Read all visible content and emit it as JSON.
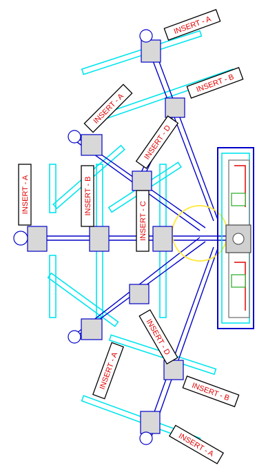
{
  "colors": {
    "frame": "#0000c8",
    "ghost": "#00e5ee",
    "label_text": "#e00000",
    "label_border": "#000000",
    "hub_ring": "#ffea4a",
    "equipment_gray": "#808080",
    "equipment_red": "#e00000",
    "equipment_green": "#22aa22"
  },
  "labels": {
    "a_vertical": "INSERT - A",
    "b_vertical": "INSERT - B",
    "c_vertical": "INSERT - C",
    "a_upper_far": "INSERT - A",
    "b_upper_mid": "INSERT - B",
    "a_upper_inner": "INSERT - A",
    "d_upper": "INSERT - D",
    "d_lower": "INSERT - D",
    "a_lower_inner": "INSERT - A",
    "b_lower_mid": "INSERT - B",
    "a_lower_far": "INSERT - A"
  },
  "icons": {
    "clamp": "pipe-clamp-icon",
    "end_cap": "end-cap-icon",
    "hub": "hub-ring-icon",
    "machine": "machine-block-icon"
  }
}
